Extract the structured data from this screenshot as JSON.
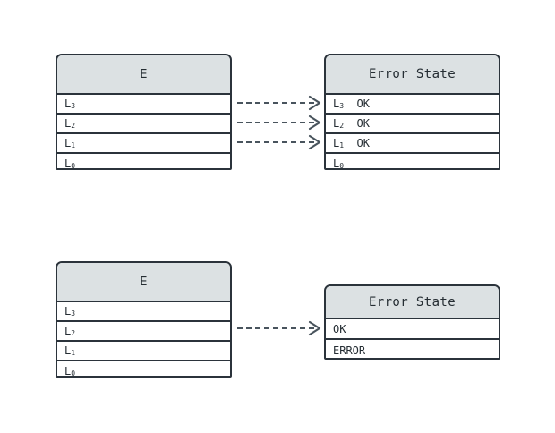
{
  "diagram": {
    "background_color": "#ffffff",
    "border_color": "#2b333b",
    "header_fill": "#dce1e3",
    "arrow_color": "#49545d",
    "groups": [
      {
        "name": "top",
        "source_table": {
          "title": "E",
          "rows": [
            {
              "label": "L",
              "subscript": "3"
            },
            {
              "label": "L",
              "subscript": "2"
            },
            {
              "label": "L",
              "subscript": "1"
            },
            {
              "label": "L",
              "subscript": "0"
            }
          ]
        },
        "target_table": {
          "title": "Error State",
          "rows": [
            {
              "label": "L",
              "subscript": "3",
              "suffix": "  OK"
            },
            {
              "label": "L",
              "subscript": "2",
              "suffix": "  OK"
            },
            {
              "label": "L",
              "subscript": "1",
              "suffix": "  OK"
            },
            {
              "label": "L",
              "subscript": "0",
              "suffix": ""
            }
          ]
        },
        "connector_count": 3,
        "connector_style": "dashed-open-arrow"
      },
      {
        "name": "bottom",
        "source_table": {
          "title": "E",
          "rows": [
            {
              "label": "L",
              "subscript": "3"
            },
            {
              "label": "L",
              "subscript": "2"
            },
            {
              "label": "L",
              "subscript": "1"
            },
            {
              "label": "L",
              "subscript": "0"
            }
          ]
        },
        "target_table": {
          "title": "Error State",
          "rows": [
            {
              "label": "OK",
              "subscript": "",
              "suffix": ""
            },
            {
              "label": "ERROR",
              "subscript": "",
              "suffix": ""
            }
          ]
        },
        "connector_count": 1,
        "connector_style": "dashed-open-arrow"
      }
    ]
  }
}
